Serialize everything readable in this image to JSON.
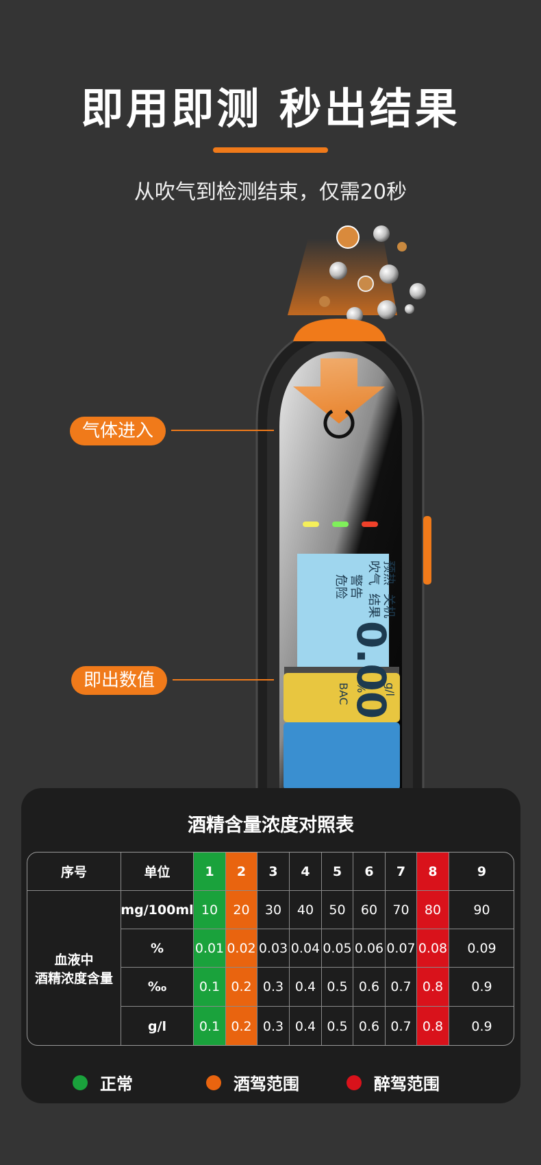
{
  "header": {
    "title": "即用即测 秒出结果",
    "subtitle": "从吹气到检测结束，仅需20秒"
  },
  "callouts": {
    "gas_in": "气体进入",
    "instant_value": "即出数值"
  },
  "device": {
    "lcd_preheat": "预热",
    "lcd_off": "关机",
    "lcd_blow": "吹气",
    "lcd_result": "结果",
    "lcd_warning": "警告",
    "lcd_danger": "危险",
    "lcd_digits": "0.00",
    "lcd_unit": "%",
    "lcd_unit2": "g/l",
    "lcd_bac": "BAC",
    "indicator_colors": [
      "#f5ef5a",
      "#7ff05a",
      "#f0412a"
    ]
  },
  "table": {
    "title": "酒精含量浓度对照表",
    "col_index_header": "序号",
    "col_unit_header": "单位",
    "row_group_label_line1": "血液中",
    "row_group_label_line2": "酒精浓度含量",
    "indices": [
      "1",
      "2",
      "3",
      "4",
      "5",
      "6",
      "7",
      "8",
      "9",
      "···"
    ],
    "rows": [
      {
        "unit": "mg/100ml",
        "values": [
          "10",
          "20",
          "30",
          "40",
          "50",
          "60",
          "70",
          "80",
          "90",
          "···"
        ]
      },
      {
        "unit": "%",
        "values": [
          "0.01",
          "0.02",
          "0.03",
          "0.04",
          "0.05",
          "0.06",
          "0.07",
          "0.08",
          "0.09",
          "···"
        ]
      },
      {
        "unit": "‰",
        "values": [
          "0.1",
          "0.2",
          "0.3",
          "0.4",
          "0.5",
          "0.6",
          "0.7",
          "0.8",
          "0.9",
          "···"
        ]
      },
      {
        "unit": "g/l",
        "values": [
          "0.1",
          "0.2",
          "0.3",
          "0.4",
          "0.5",
          "0.6",
          "0.7",
          "0.8",
          "0.9",
          "···"
        ]
      }
    ],
    "column_colors": [
      "#1aa23c",
      "#e9640f",
      "",
      "",
      "",
      "",
      "",
      "#d9121b",
      "",
      ""
    ]
  },
  "legend": [
    {
      "label": "正常",
      "color": "#1aa23c"
    },
    {
      "label": "酒驾范围",
      "color": "#e9640f"
    },
    {
      "label": "醉驾范围",
      "color": "#d9121b"
    }
  ],
  "colors": {
    "accent": "#f07a1a",
    "background": "#343434",
    "card": "#1d1d1d"
  }
}
